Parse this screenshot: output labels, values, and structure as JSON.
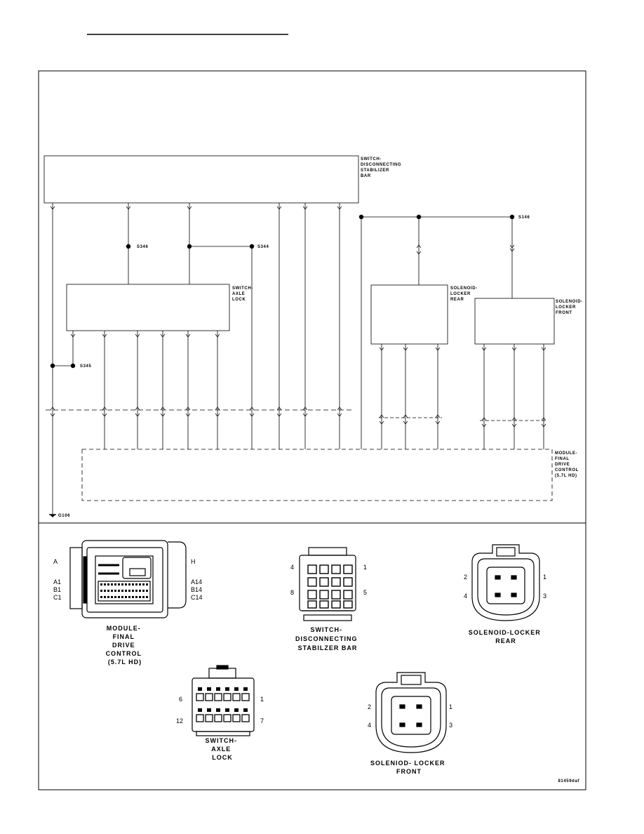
{
  "components": {
    "switch_disconnecting": [
      "SWITCH-",
      "DISCONNECTING",
      "STABILIZER",
      "BAR"
    ],
    "switch_axle_lock": [
      "SWITCH-",
      "AXLE",
      "LOCK"
    ],
    "solenoid_rear": [
      "SOLENOID-",
      "LOCKER",
      "REAR"
    ],
    "solenoid_front": [
      "SOLENOID-",
      "LOCKER",
      "FRONT"
    ],
    "module": [
      "MODULE-",
      "FINAL",
      "DRIVE",
      "CONTROL",
      "(5.7L HD)"
    ]
  },
  "splices": {
    "s346": "S346",
    "s344": "S344",
    "s345": "S345",
    "s146": "S146",
    "ground": "G106"
  },
  "connector_names": {
    "module": [
      "MODULE-",
      "FINAL",
      "DRIVE",
      "CONTROL",
      "(5.7L HD)"
    ],
    "switch_bar": [
      "SWITCH-",
      "DISCONNECTING",
      "STABILZER BAR"
    ],
    "solenoid_rear": [
      "SOLENOID-LOCKER",
      "REAR"
    ],
    "switch_axle": [
      "SWITCH-",
      "AXLE",
      "LOCK"
    ],
    "solenoid_front": [
      "SOLENIOD- LOCKER",
      "FRONT"
    ]
  },
  "pin_labels": {
    "module": {
      "a": "A",
      "h": "H",
      "a1": "A1",
      "b1": "B1",
      "c1": "C1",
      "a14": "A14",
      "b14": "B14",
      "c14": "C14"
    },
    "switch_bar": {
      "p4": "4",
      "p1": "1",
      "p8": "8",
      "p5": "5"
    },
    "solenoid_rear": {
      "p2": "2",
      "p1": "1",
      "p4": "4",
      "p3": "3"
    },
    "switch_axle": {
      "p6": "6",
      "p1": "1",
      "p12": "12",
      "p7": "7"
    },
    "solenoid_front": {
      "p2": "2",
      "p1": "1",
      "p4": "4",
      "p3": "3"
    }
  },
  "figure_id": "81459daf"
}
